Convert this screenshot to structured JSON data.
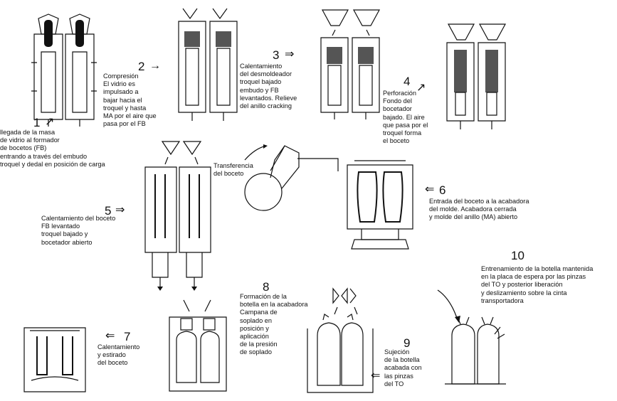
{
  "stages": [
    {
      "num": "1",
      "arrow": "↗",
      "caption": "llegada de la masa\nde vidrio al formador\nde bocetos (FB)\nentrando a través del embudo\ntroquel y dedal en posición de carga"
    },
    {
      "num": "2",
      "arrow": "→",
      "caption": "Compresión\nEl vidrio es\nimpulsado a\nbajar hacia el\ntroquel y hasta\nMA por el aire que\npasa por el FB"
    },
    {
      "num": "3",
      "arrow": "⇒",
      "caption": "Calentamiento\ndel desmoldeador\ntroquel bajado\nembudo y FB\nlevantados. Relieve\ndel anillo cracking"
    },
    {
      "num": "4",
      "arrow": "↗",
      "caption": "Perforación\nFondo del\nbocetador\nbajado. El aire\nque pasa por el\ntroquel forma\nel boceto"
    },
    {
      "num": "5",
      "arrow": "⇒",
      "caption": "Calentamiento del boceto\nFB levantado\ntroquel bajado y\nbocetador abierto"
    },
    {
      "num": "6",
      "arrow": "⇐",
      "caption": "Entrada del boceto a la acabadora\ndel molde. Acabadora cerrada\ny molde del anillo (MA) abierto"
    },
    {
      "num": "7",
      "arrow": "⇐",
      "caption": "Calentamiento\ny estirado\ndel boceto"
    },
    {
      "num": "8",
      "arrow": "",
      "caption": "Formación de la\nbotella en la acabadora\nCampana de\nsoplado en\nposición y\naplicación\nde la presión\nde soplado"
    },
    {
      "num": "9",
      "arrow": "⇐",
      "caption": "Sujeción\nde la botella\nacabada con\nlas pinzas\ndel TO"
    },
    {
      "num": "10",
      "arrow": "",
      "caption": "Entrenamiento de la botella mantenida\nen la placa de espera por las pinzas\ndel TO y posterior liberación\ny deslizamiento sobre la cinta\ntransportadora"
    }
  ],
  "transfer_label": "Transferencia\ndel boceto"
}
